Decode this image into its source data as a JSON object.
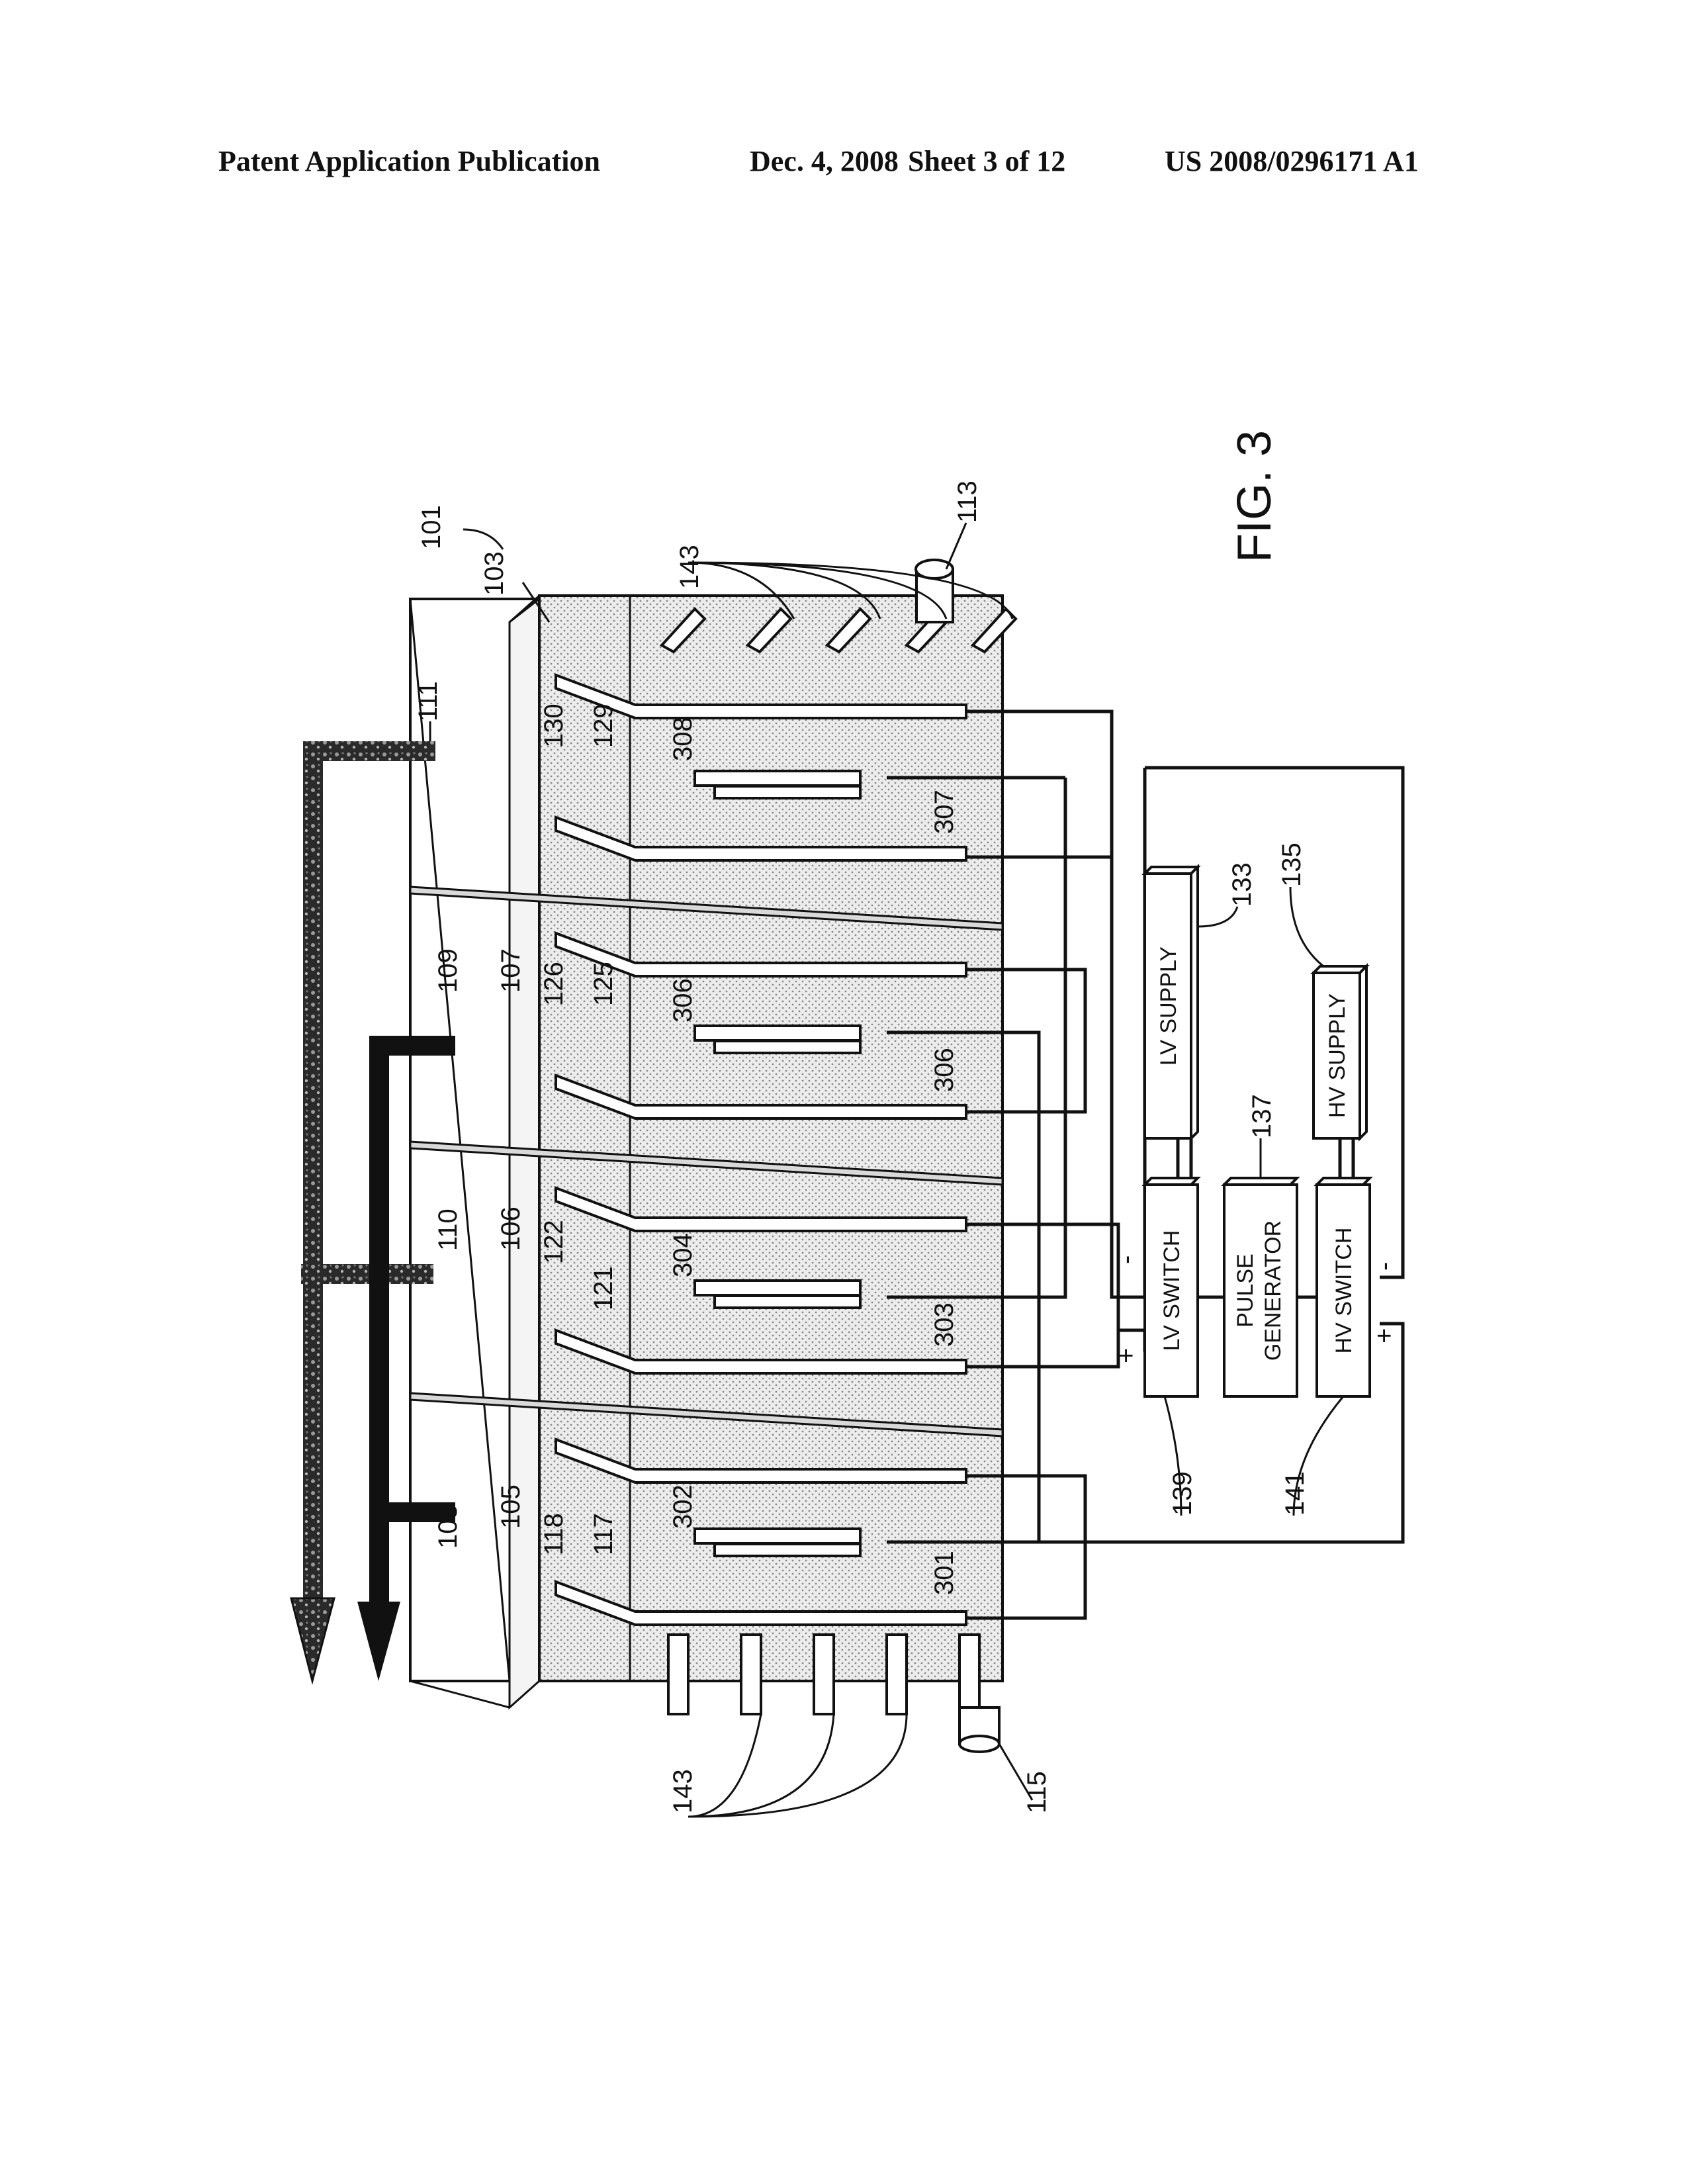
{
  "header": {
    "publication": "Patent Application Publication",
    "date": "Dec. 4, 2008",
    "sheet": "Sheet 3 of 12",
    "patent_number": "US 2008/0296171 A1"
  },
  "figure": {
    "title": "FIG. 3",
    "components": {
      "lv_supply": "LV SUPPLY",
      "hv_supply": "HV SUPPLY",
      "lv_switch": "LV SWITCH",
      "hv_switch": "HV SWITCH",
      "pulse_generator_line1": "PULSE",
      "pulse_generator_line2": "GENERATOR"
    },
    "polarity": {
      "plus": "+",
      "minus": "-"
    },
    "reference_numerals": {
      "r101": "101",
      "r103": "103",
      "r105": "105",
      "r106": "106",
      "r107": "107",
      "r108": "108",
      "r109": "109",
      "r110": "110",
      "r111": "111",
      "r113": "113",
      "r115": "115",
      "r117": "117",
      "r118": "118",
      "r121": "121",
      "r122": "122",
      "r125": "125",
      "r126": "126",
      "r129": "129",
      "r130": "130",
      "r133": "133",
      "r135": "135",
      "r137": "137",
      "r139": "139",
      "r141": "141",
      "r143_top": "143",
      "r143_bottom": "143",
      "r301": "301",
      "r302": "302",
      "r303": "303",
      "r304": "304",
      "r306a": "306",
      "r306b": "306",
      "r307": "307",
      "r308": "308"
    }
  }
}
